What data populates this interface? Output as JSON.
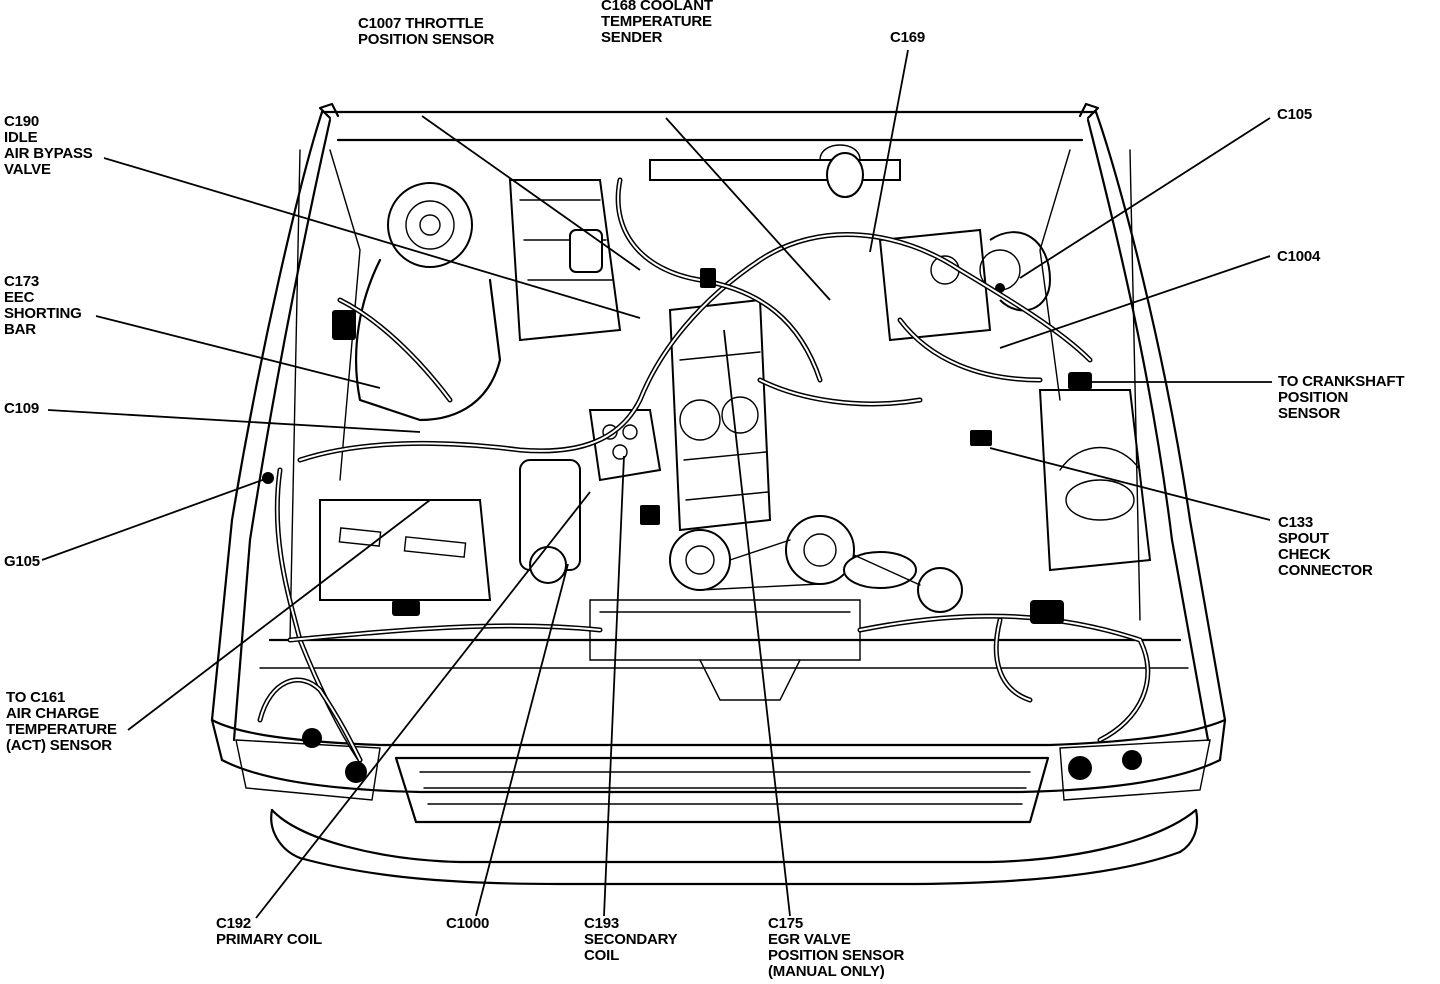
{
  "labels": {
    "c1007": [
      "C1007 THROTTLE",
      "POSITION SENSOR"
    ],
    "c168": [
      "C168 COOLANT",
      "TEMPERATURE",
      "SENDER"
    ],
    "c169": [
      "C169"
    ],
    "c105": [
      "C105"
    ],
    "c190": [
      "C190",
      "IDLE",
      "AIR BYPASS",
      "VALVE"
    ],
    "c173": [
      "C173",
      "EEC",
      "SHORTING",
      "BAR"
    ],
    "c1004": [
      "C1004"
    ],
    "crank": [
      "TO CRANKSHAFT",
      "POSITION",
      "SENSOR"
    ],
    "c109": [
      "C109"
    ],
    "c133": [
      "C133",
      "SPOUT",
      "CHECK",
      "CONNECTOR"
    ],
    "g105": [
      "G105"
    ],
    "c161": [
      "TO C161",
      "AIR CHARGE",
      "TEMPERATURE",
      "(ACT) SENSOR"
    ],
    "c192": [
      "C192",
      "PRIMARY COIL"
    ],
    "c1000": [
      "C1000"
    ],
    "c193": [
      "C193",
      "SECONDARY",
      "COIL"
    ],
    "c175": [
      "C175",
      "EGR VALVE",
      "POSITION SENSOR",
      "(MANUAL ONLY)"
    ]
  },
  "colors": {
    "ink": "#000000",
    "paper": "#ffffff"
  }
}
